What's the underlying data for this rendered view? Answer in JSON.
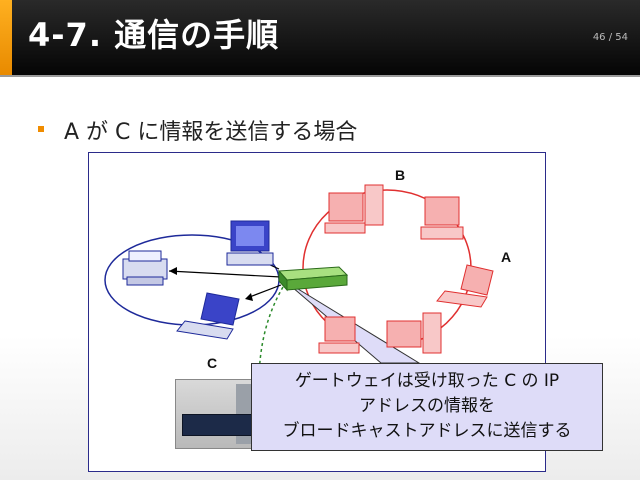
{
  "slide": {
    "title": "4-7. 通信の手順",
    "page_number": "46 / 54",
    "bullet": "A が C に情報を送信する場合"
  },
  "diagram": {
    "label_a": "A",
    "label_b": "B",
    "label_c": "C",
    "callout_lines": [
      "ゲートウェイは受け取った C の IP",
      "アドレスの情報を",
      "ブロードキャストアドレスに送信する"
    ]
  },
  "colors": {
    "accent": "#f08c00",
    "header_bg": "#111111",
    "network_a_color": "#e03030",
    "network_c_color": "#1e2a9a",
    "callout_bg": "#dedcf8",
    "gateway": "#5aa83a"
  },
  "icons": [
    "printer-icon",
    "desktop-pc-icon",
    "laptop-icon",
    "gateway-router-icon",
    "server-icon"
  ]
}
